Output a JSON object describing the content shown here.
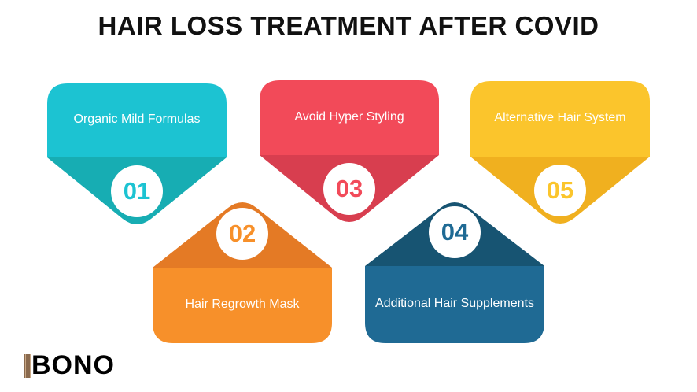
{
  "title": "HAIR LOSS TREATMENT AFTER COVID",
  "items": [
    {
      "num": "01",
      "label": "Organic Mild Formulas",
      "color": "#1cc3d2",
      "dark": "#17adb3"
    },
    {
      "num": "02",
      "label": "Hair Regrowth Mask",
      "color": "#f7902a",
      "dark": "#e47a25"
    },
    {
      "num": "03",
      "label": "Avoid Hyper Styling",
      "color": "#f24a59",
      "dark": "#d83e4f"
    },
    {
      "num": "04",
      "label": "Additional Hair Supplements",
      "color": "#1f6a94",
      "dark": "#175472"
    },
    {
      "num": "05",
      "label": "Alternative Hair System",
      "color": "#fbc52c",
      "dark": "#f0b01f"
    }
  ],
  "logo": "BONO"
}
